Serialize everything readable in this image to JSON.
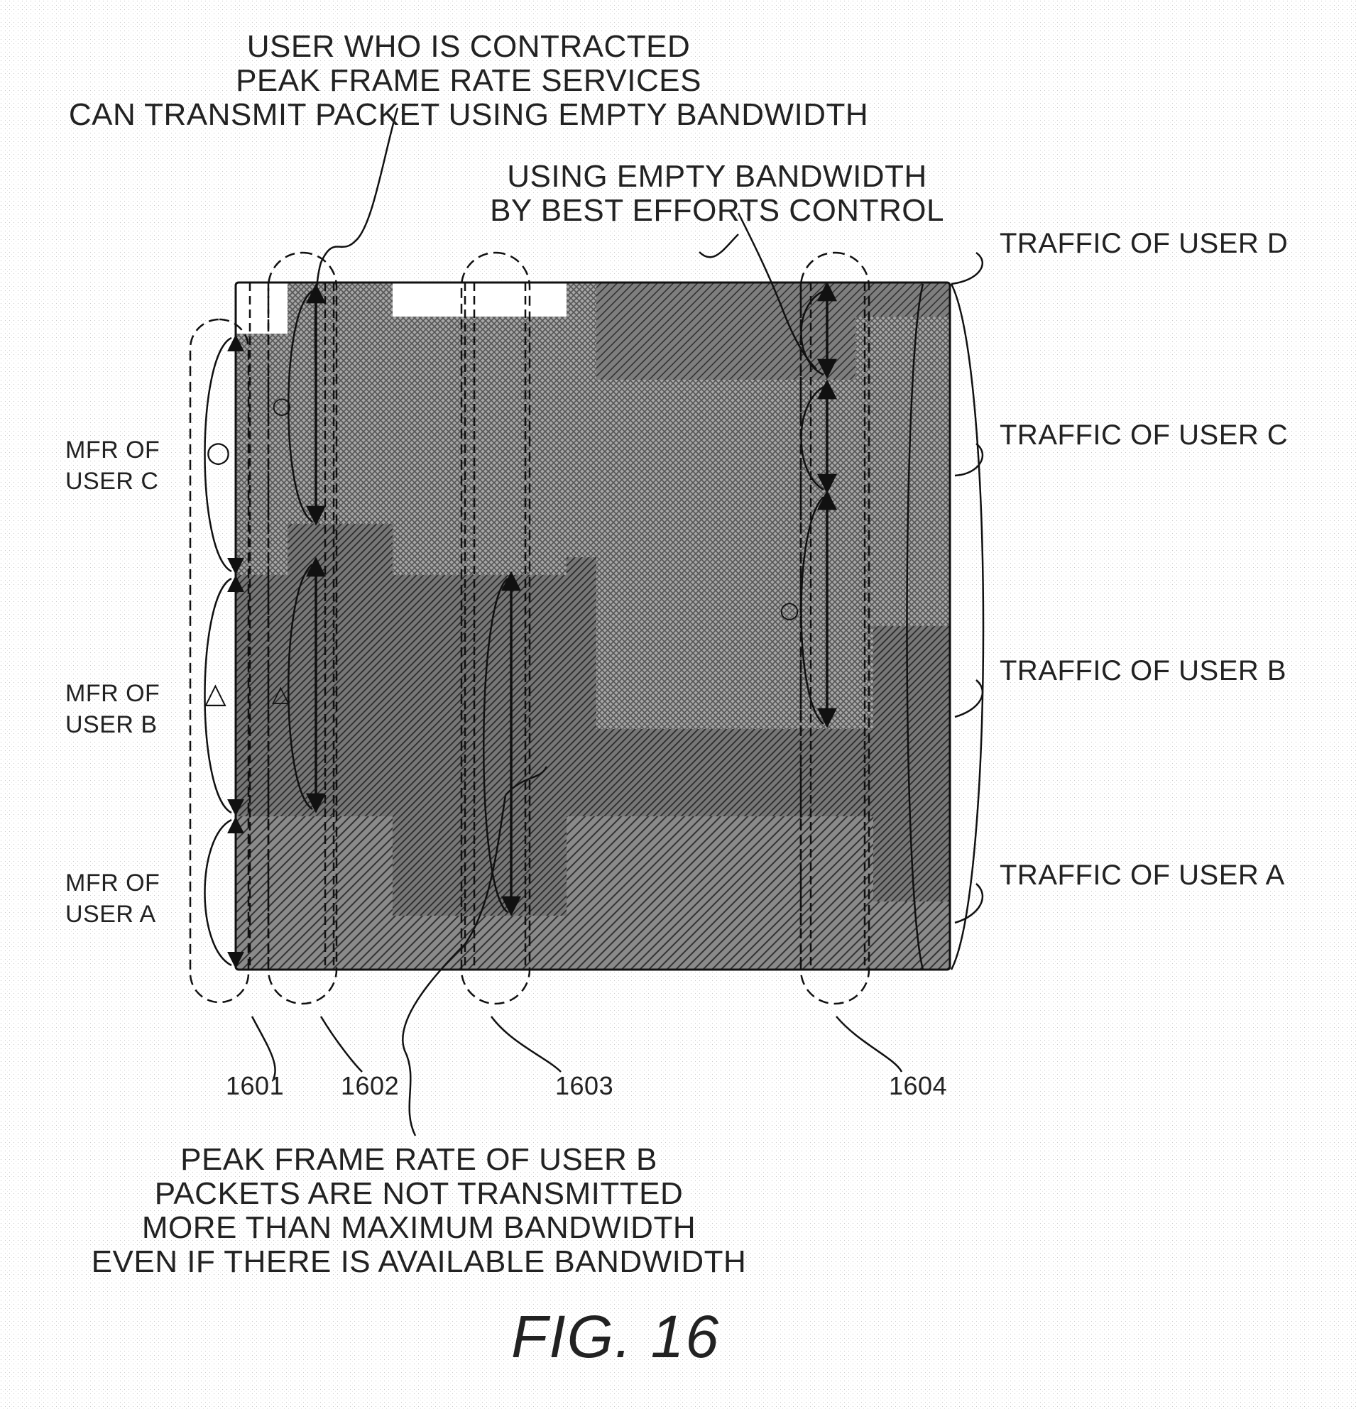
{
  "annotations": {
    "peak_contract": [
      "USER WHO IS CONTRACTED",
      "PEAK FRAME RATE SERVICES",
      "CAN TRANSMIT PACKET USING EMPTY BANDWIDTH"
    ],
    "best_efforts": [
      "USING EMPTY BANDWIDTH",
      "BY BEST EFFORTS CONTROL"
    ],
    "peak_limit": [
      "PEAK FRAME RATE OF USER B",
      "PACKETS ARE NOT TRANSMITTED",
      "MORE THAN MAXIMUM BANDWIDTH",
      "EVEN IF THERE IS AVAILABLE BANDWIDTH"
    ]
  },
  "traffic_labels": {
    "user_d": "TRAFFIC OF USER D",
    "user_c": "TRAFFIC OF USER C",
    "user_b": "TRAFFIC OF USER B",
    "user_a": "TRAFFIC OF USER A"
  },
  "mfr_labels": {
    "user_c": [
      "MFR OF",
      "USER C"
    ],
    "user_b": [
      "MFR OF",
      "USER B"
    ],
    "user_a": [
      "MFR OF",
      "USER A"
    ]
  },
  "symbols": {
    "circle": "○",
    "triangle": "△"
  },
  "reference_numerals": {
    "r1601": "1601",
    "r1602": "1602",
    "r1603": "1603",
    "r1604": "1604"
  },
  "figure_label": "FIG. 16"
}
